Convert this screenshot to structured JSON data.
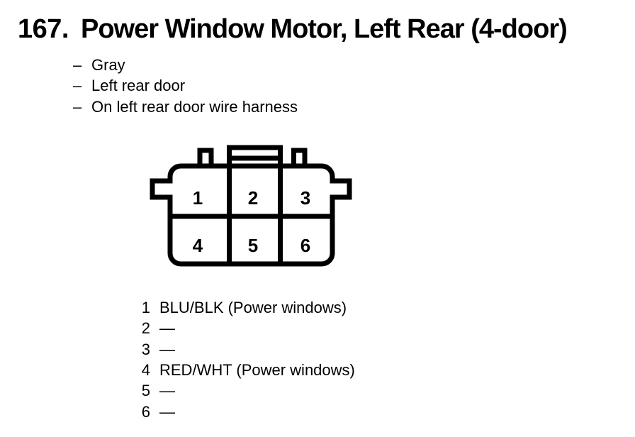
{
  "header": {
    "number": "167.",
    "title": "Power Window Motor, Left Rear (4-door)"
  },
  "details": {
    "dash": "–",
    "items": [
      "Gray",
      "Left rear door",
      "On left rear door wire harness"
    ]
  },
  "connector": {
    "cells": [
      "1",
      "2",
      "3",
      "4",
      "5",
      "6"
    ]
  },
  "pins": [
    {
      "num": "1",
      "wire": "BLU/BLK (Power windows)"
    },
    {
      "num": "2",
      "wire": "—"
    },
    {
      "num": "3",
      "wire": "—"
    },
    {
      "num": "4",
      "wire": "RED/WHT (Power windows)"
    },
    {
      "num": "5",
      "wire": "—"
    },
    {
      "num": "6",
      "wire": "—"
    }
  ],
  "colors": {
    "ink": "#000000",
    "paper": "#ffffff"
  }
}
